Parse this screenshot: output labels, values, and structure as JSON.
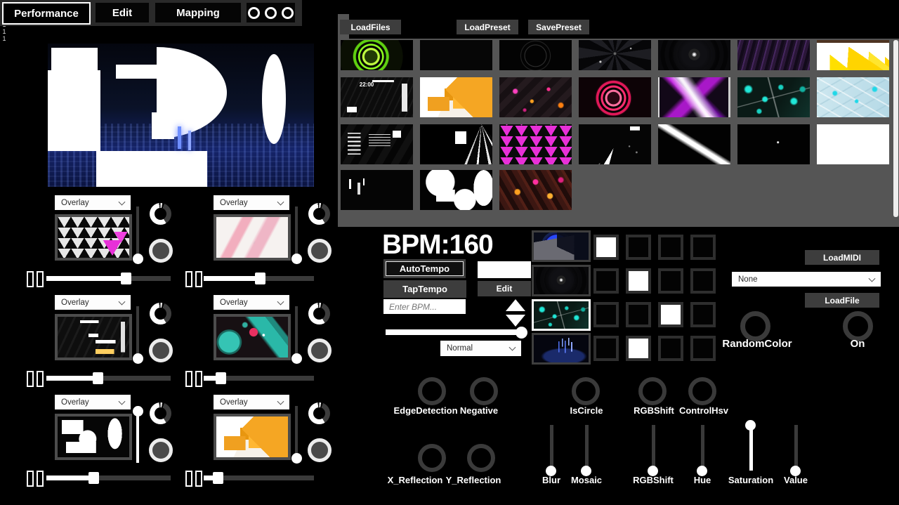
{
  "topbar": {
    "tabs": [
      {
        "label": "Performance",
        "active": true
      },
      {
        "label": "Edit",
        "active": false
      },
      {
        "label": "Mapping",
        "active": false
      }
    ],
    "window_dots": 3
  },
  "browser": {
    "load_files": "LoadFiles",
    "load_preset": "LoadPreset",
    "save_preset": "SavePreset",
    "rows": [
      [
        {
          "name": "green-neon-rings"
        },
        {
          "name": "black"
        },
        {
          "name": "faint-dot-ring"
        },
        {
          "name": "dark-kaleido-tunnel"
        },
        {
          "name": "dark-vortex"
        },
        {
          "name": "purple-fibers"
        },
        {
          "name": "yellow-peaks"
        }
      ],
      [
        {
          "name": "bw-hud-clock",
          "label": "22:00"
        },
        {
          "name": "orange-cubes"
        },
        {
          "name": "ember-dots"
        },
        {
          "name": "pink-neon-rings"
        },
        {
          "name": "magenta-x-tunnel"
        },
        {
          "name": "cyan-network"
        },
        {
          "name": "blue-cube-grid"
        }
      ],
      [
        {
          "name": "bw-city-glitch"
        },
        {
          "name": "bw-fan-shards"
        },
        {
          "name": "magenta-triangles"
        },
        {
          "name": "bw-chevrons"
        },
        {
          "name": "white-diagonal-beam"
        },
        {
          "name": "black-speck"
        },
        {
          "name": "white"
        }
      ],
      [
        {
          "name": "dark-white-streaks"
        },
        {
          "name": "bw-round-blobs"
        },
        {
          "name": "red-gems"
        }
      ]
    ]
  },
  "channels": {
    "fader_marker": "1",
    "items": [
      {
        "blend_mode": "Overlay",
        "thumb": "triangle-grid-magenta",
        "position_pct": 64,
        "level_pct": 0
      },
      {
        "blend_mode": "Overlay",
        "thumb": "pastel-3d",
        "position_pct": 51,
        "level_pct": 0
      },
      {
        "blend_mode": "Overlay",
        "thumb": "bw-hud",
        "position_pct": 41,
        "level_pct": 0
      },
      {
        "blend_mode": "Overlay",
        "thumb": "teal-red-balls",
        "position_pct": 15,
        "level_pct": 0
      },
      {
        "blend_mode": "Overlay",
        "thumb": "bw-blobs",
        "position_pct": 38,
        "level_pct": 100
      },
      {
        "blend_mode": "Overlay",
        "thumb": "orange-cubes",
        "position_pct": 13,
        "level_pct": 0
      }
    ]
  },
  "bpm": {
    "display": "BPM:160",
    "auto_tempo": "AutoTempo",
    "tap_tempo": "TapTempo",
    "edit": "Edit",
    "input_placeholder": "Enter BPM...",
    "input_value": "",
    "tempo_slider_pct": 97,
    "mode": "Normal"
  },
  "pads": {
    "rows": 4,
    "cols": 4,
    "active_cells": [
      [
        0,
        0
      ],
      [
        1,
        1
      ],
      [
        2,
        2
      ],
      [
        3,
        1
      ]
    ]
  },
  "clip_column": [
    {
      "name": "blue-ring-arc",
      "selected": false
    },
    {
      "name": "dark-vortex",
      "selected": false
    },
    {
      "name": "cyan-network",
      "selected": true
    },
    {
      "name": "blue-light-streaks",
      "selected": false
    }
  ],
  "midi": {
    "load_midi": "LoadMIDI",
    "device": "None",
    "load_file": "LoadFile",
    "random_color_label": "RandomColor",
    "on_label": "On"
  },
  "effects": {
    "knobs": [
      "EdgeDetection",
      "Negative",
      "IsCircle",
      "RGBShift",
      "ControlHsv",
      "X_Reflection",
      "Y_Reflection"
    ],
    "sliders": [
      {
        "label": "Blur",
        "pct": 0
      },
      {
        "label": "Mosaic",
        "pct": 0
      },
      {
        "label": "RGBShift",
        "pct": 0
      },
      {
        "label": "Hue",
        "pct": 0
      },
      {
        "label": "Saturation",
        "pct": 100
      },
      {
        "label": "Value",
        "pct": 0
      }
    ]
  }
}
